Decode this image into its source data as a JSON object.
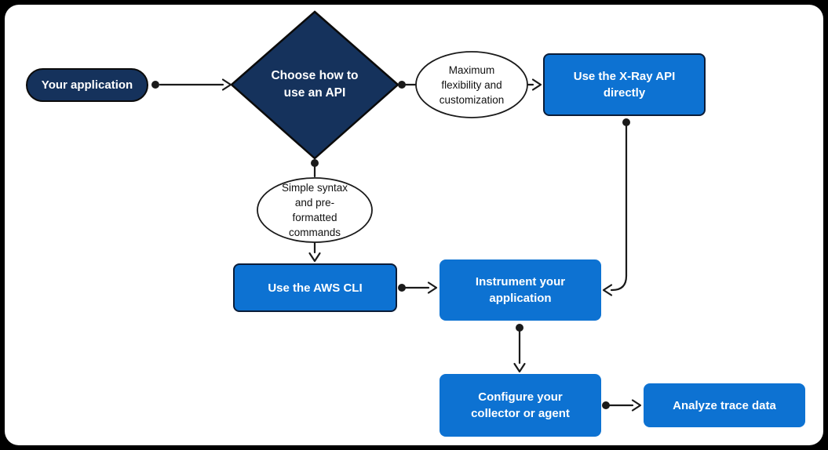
{
  "colors": {
    "background_frame": "#000000",
    "surface": "#ffffff",
    "navy": "#15325C",
    "blue": "#0D72D2",
    "process_border": "#0A1C38",
    "connector": "#1A1A1A",
    "text_light": "#FFFFFF",
    "text_dark": "#111111"
  },
  "nodes": {
    "your_application": {
      "type": "terminator",
      "label": "Your application"
    },
    "choose_api": {
      "type": "decision",
      "label": "Choose how to\nuse an API"
    },
    "max_flexibility": {
      "type": "annotation",
      "label": "Maximum\nflexibility and\ncustomization"
    },
    "use_xray_api": {
      "type": "process",
      "label": "Use the X-Ray API\ndirectly"
    },
    "simple_syntax": {
      "type": "annotation",
      "label": "Simple syntax\nand pre-\nformatted\ncommands"
    },
    "use_aws_cli": {
      "type": "process",
      "label": "Use the AWS CLI"
    },
    "instrument_app": {
      "type": "process",
      "label": "Instrument your\napplication"
    },
    "configure_collector": {
      "type": "process",
      "label": "Configure your\ncollector or agent"
    },
    "analyze_trace": {
      "type": "process",
      "label": "Analyze trace data"
    }
  },
  "edges": [
    {
      "from": "your_application",
      "to": "choose_api"
    },
    {
      "from": "choose_api",
      "to": "use_xray_api",
      "via": "max_flexibility"
    },
    {
      "from": "choose_api",
      "to": "use_aws_cli",
      "via": "simple_syntax"
    },
    {
      "from": "use_xray_api",
      "to": "instrument_app"
    },
    {
      "from": "use_aws_cli",
      "to": "instrument_app"
    },
    {
      "from": "instrument_app",
      "to": "configure_collector"
    },
    {
      "from": "configure_collector",
      "to": "analyze_trace"
    }
  ]
}
